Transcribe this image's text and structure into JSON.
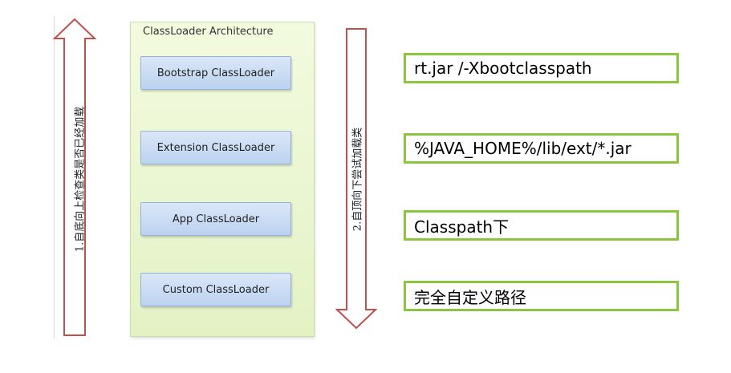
{
  "up_arrow": {
    "label": "1.自底向上检查类是否已经加载",
    "stroke": "#c0504d"
  },
  "down_arrow": {
    "label": "2.自顶向下尝试加载类",
    "stroke": "#c0504d"
  },
  "architecture": {
    "title": "ClassLoader Architecture",
    "loaders": [
      "Bootstrap ClassLoader",
      "Extension ClassLoader",
      "App ClassLoader",
      "Custom ClassLoader"
    ]
  },
  "paths": [
    "rt.jar /-Xbootclasspath",
    "%JAVA_HOME%/lib/ext/*.jar",
    "Classpath下",
    "完全自定义路径"
  ],
  "colors": {
    "arrow": "#c0504d",
    "path_border": "#8cc63f",
    "panel": "#e3f2c5",
    "loader": "#bcd2f0"
  }
}
